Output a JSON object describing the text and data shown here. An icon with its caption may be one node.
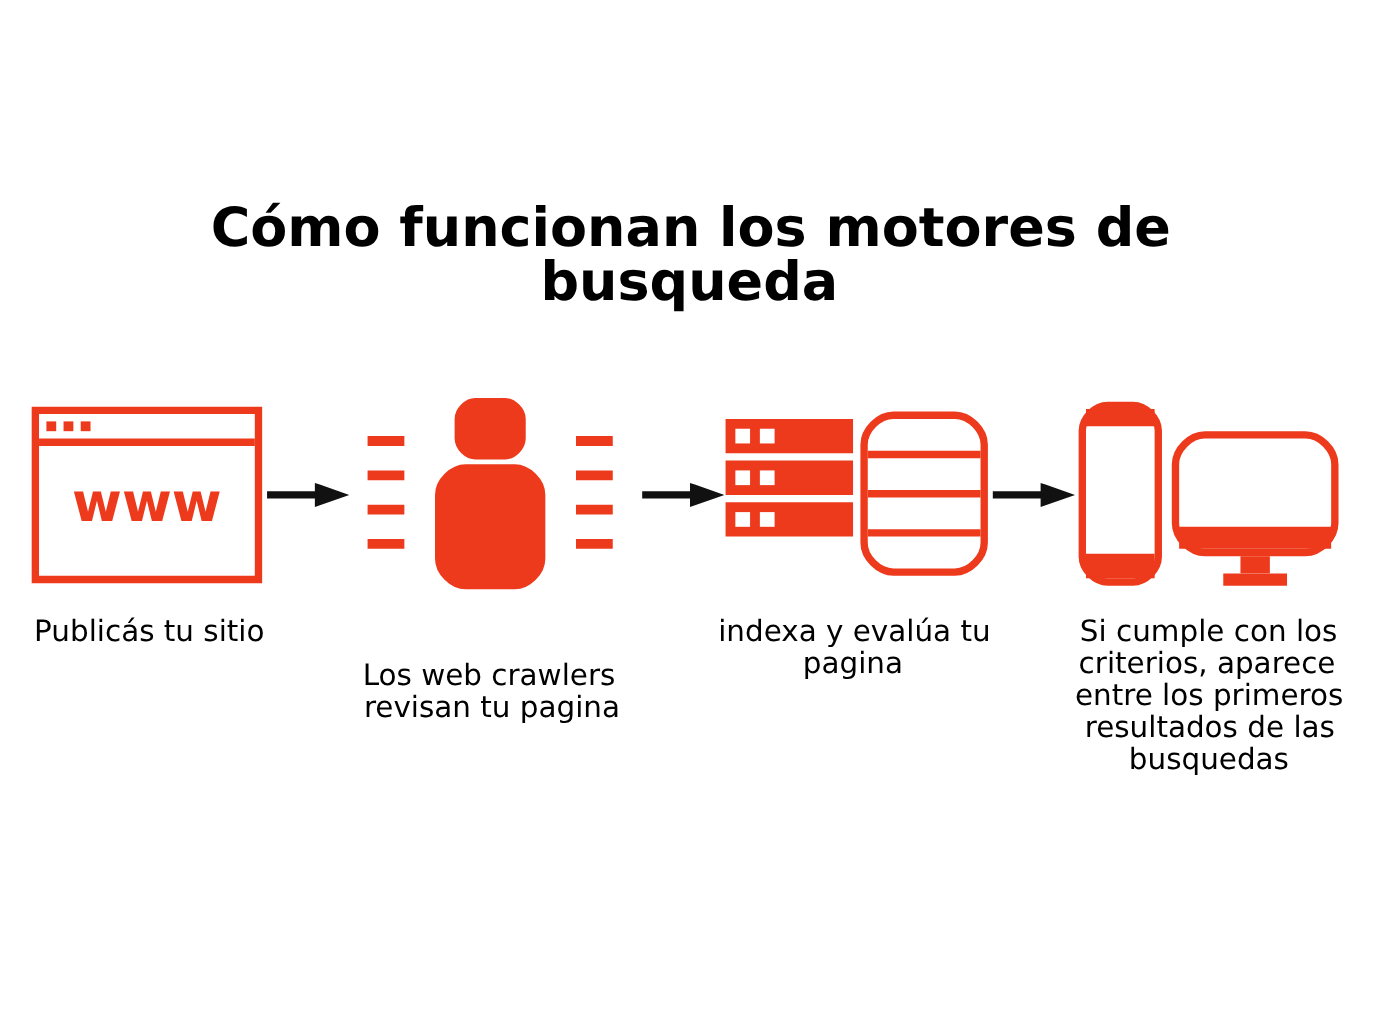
{
  "diagram": {
    "title": "Cómo funcionan los motores de busqueda",
    "nodes": [
      {
        "text": [
          "www"
        ],
        "beside": [
          "Publicás tu sitio"
        ]
      },
      {
        "text": [],
        "shape": "picture",
        "beside": [
          "Los web crawlers revisan tu pagina"
        ]
      },
      {
        "text": [],
        "shape": "picture",
        "beside": [
          "indexa y evalúa tu pagina"
        ]
      },
      {
        "text": [],
        "shape": "picture",
        "beside": [
          "Si cumple con los criterios, aparece entre los primeros resultados de las busquedas"
        ]
      }
    ],
    "edges": [
      {
        "from": 0,
        "to": 1,
        "arrow": "to"
      },
      {
        "from": 1,
        "to": 2,
        "arrow": "to"
      },
      {
        "from": 2,
        "to": 3,
        "arrow": "to"
      }
    ]
  }
}
